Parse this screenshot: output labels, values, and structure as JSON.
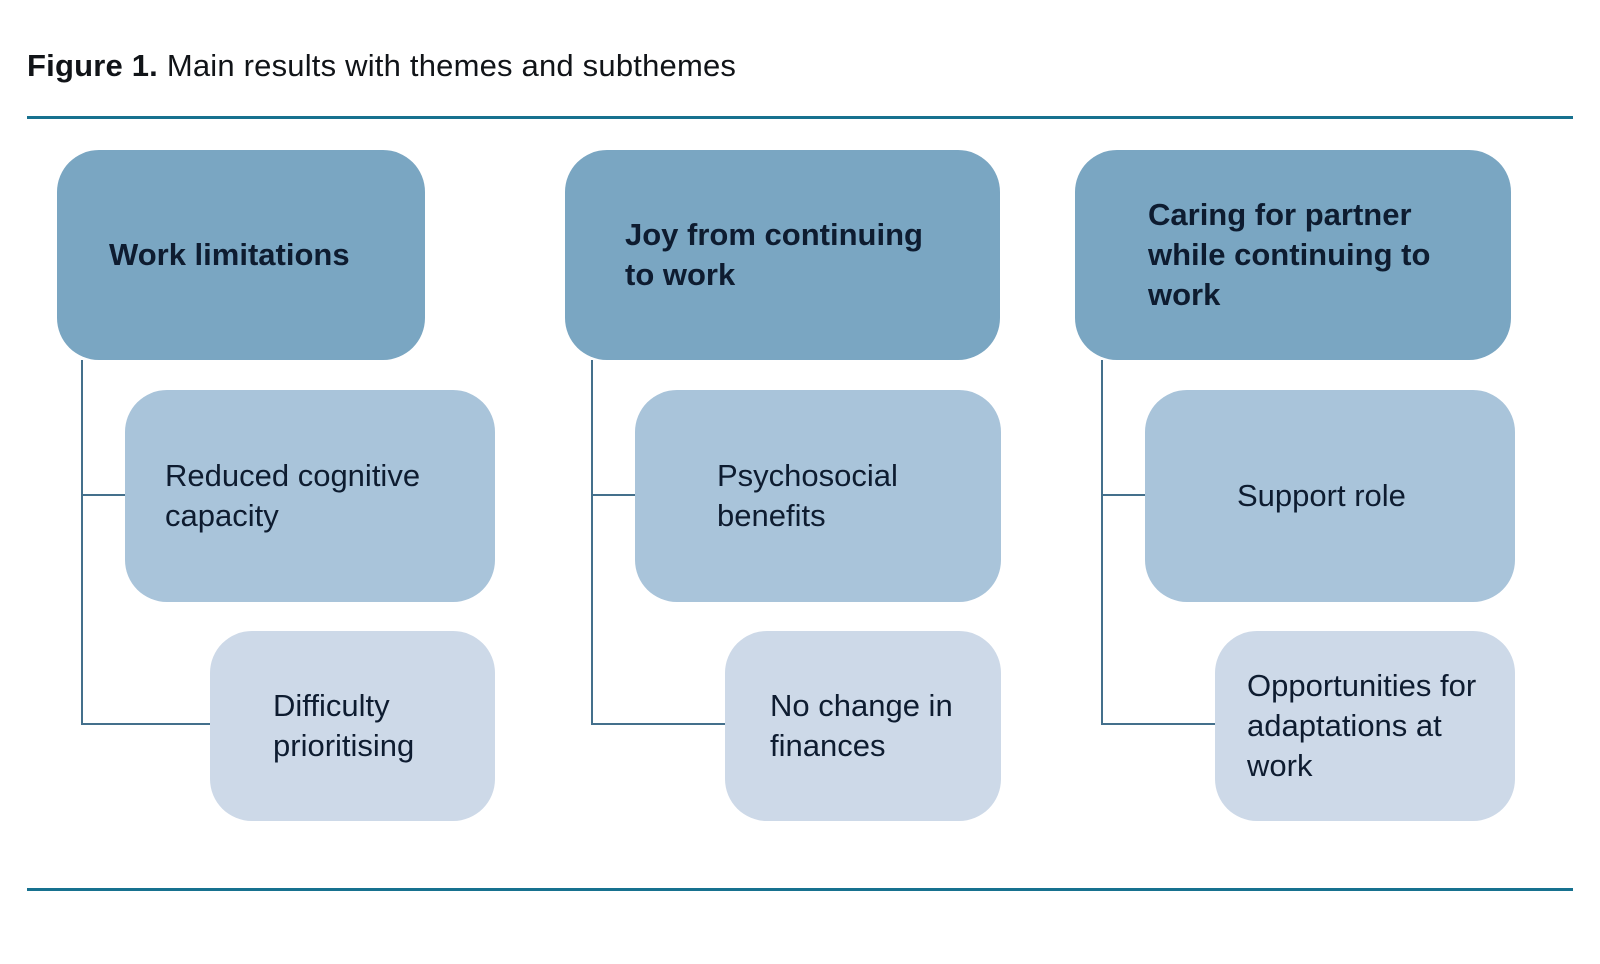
{
  "figure": {
    "label": "Figure 1.",
    "title": " Main results with themes and subthemes"
  },
  "colors": {
    "theme_box": "#7aa6c2",
    "subtheme_primary_box": "#a9c4da",
    "subtheme_secondary_box": "#cdd9e8",
    "rule": "#17718f",
    "connector": "#44708c",
    "text": "#0e1c30"
  },
  "columns": [
    {
      "theme": "Work limitations",
      "subthemes": [
        "Reduced cognitive capacity",
        "Difficulty prioritising"
      ]
    },
    {
      "theme": "Joy from continuing to work",
      "subthemes": [
        "Psychosocial benefits",
        "No change in finances"
      ]
    },
    {
      "theme": "Caring for partner while continuing to work",
      "subthemes": [
        "Support role",
        "Opportunities for adaptations at work"
      ]
    }
  ]
}
